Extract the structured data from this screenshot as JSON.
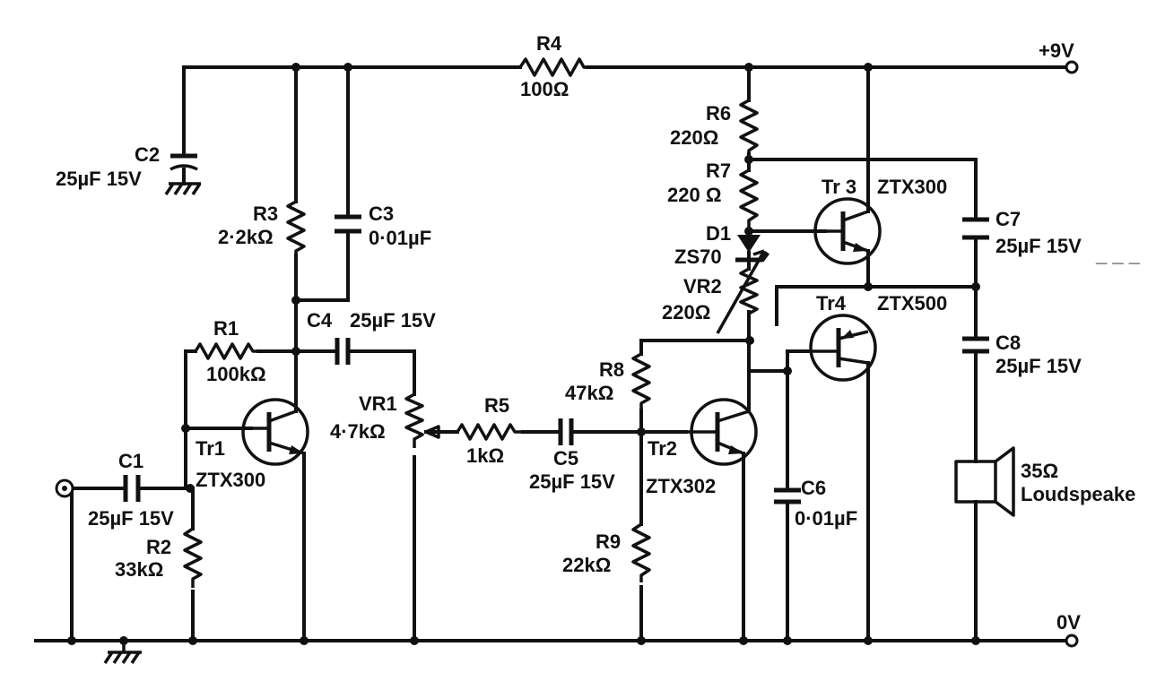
{
  "rails": {
    "positive": "+9V",
    "ground": "0V"
  },
  "components": {
    "c1": {
      "ref": "C1",
      "value": "25µF 15V"
    },
    "c2": {
      "ref": "C2",
      "value": "25µF 15V"
    },
    "c3": {
      "ref": "C3",
      "value": "0·01µF"
    },
    "c4": {
      "ref": "C4",
      "value": "25µF 15V"
    },
    "c5": {
      "ref": "C5",
      "value": "25µF 15V"
    },
    "c6": {
      "ref": "C6",
      "value": "0·01µF"
    },
    "c7": {
      "ref": "C7",
      "value": "25µF 15V"
    },
    "c8": {
      "ref": "C8",
      "value": "25µF 15V"
    },
    "r1": {
      "ref": "R1",
      "value": "100kΩ"
    },
    "r2": {
      "ref": "R2",
      "value": "33kΩ"
    },
    "r3": {
      "ref": "R3",
      "value": "2·2kΩ"
    },
    "r4": {
      "ref": "R4",
      "value": "100Ω"
    },
    "r5": {
      "ref": "R5",
      "value": "1kΩ"
    },
    "r6": {
      "ref": "R6",
      "value": "220Ω"
    },
    "r7": {
      "ref": "R7",
      "value": "220 Ω"
    },
    "r8": {
      "ref": "R8",
      "value": "47kΩ"
    },
    "r9": {
      "ref": "R9",
      "value": "22kΩ"
    },
    "vr1": {
      "ref": "VR1",
      "value": "4·7kΩ"
    },
    "vr2": {
      "ref": "VR2",
      "value": "220Ω"
    },
    "d1": {
      "ref": "D1",
      "value": "ZS70"
    },
    "tr1": {
      "ref": "Tr1",
      "value": "ZTX300"
    },
    "tr2": {
      "ref": "Tr2",
      "value": "ZTX302"
    },
    "tr3": {
      "ref": "Tr 3",
      "value": "ZTX300"
    },
    "tr4": {
      "ref": "Tr4",
      "value": "ZTX500"
    },
    "speaker": {
      "ref": "35Ω",
      "value": "Loudspeake"
    }
  },
  "annotations": {
    "c7_trailing": "_ _ _"
  }
}
